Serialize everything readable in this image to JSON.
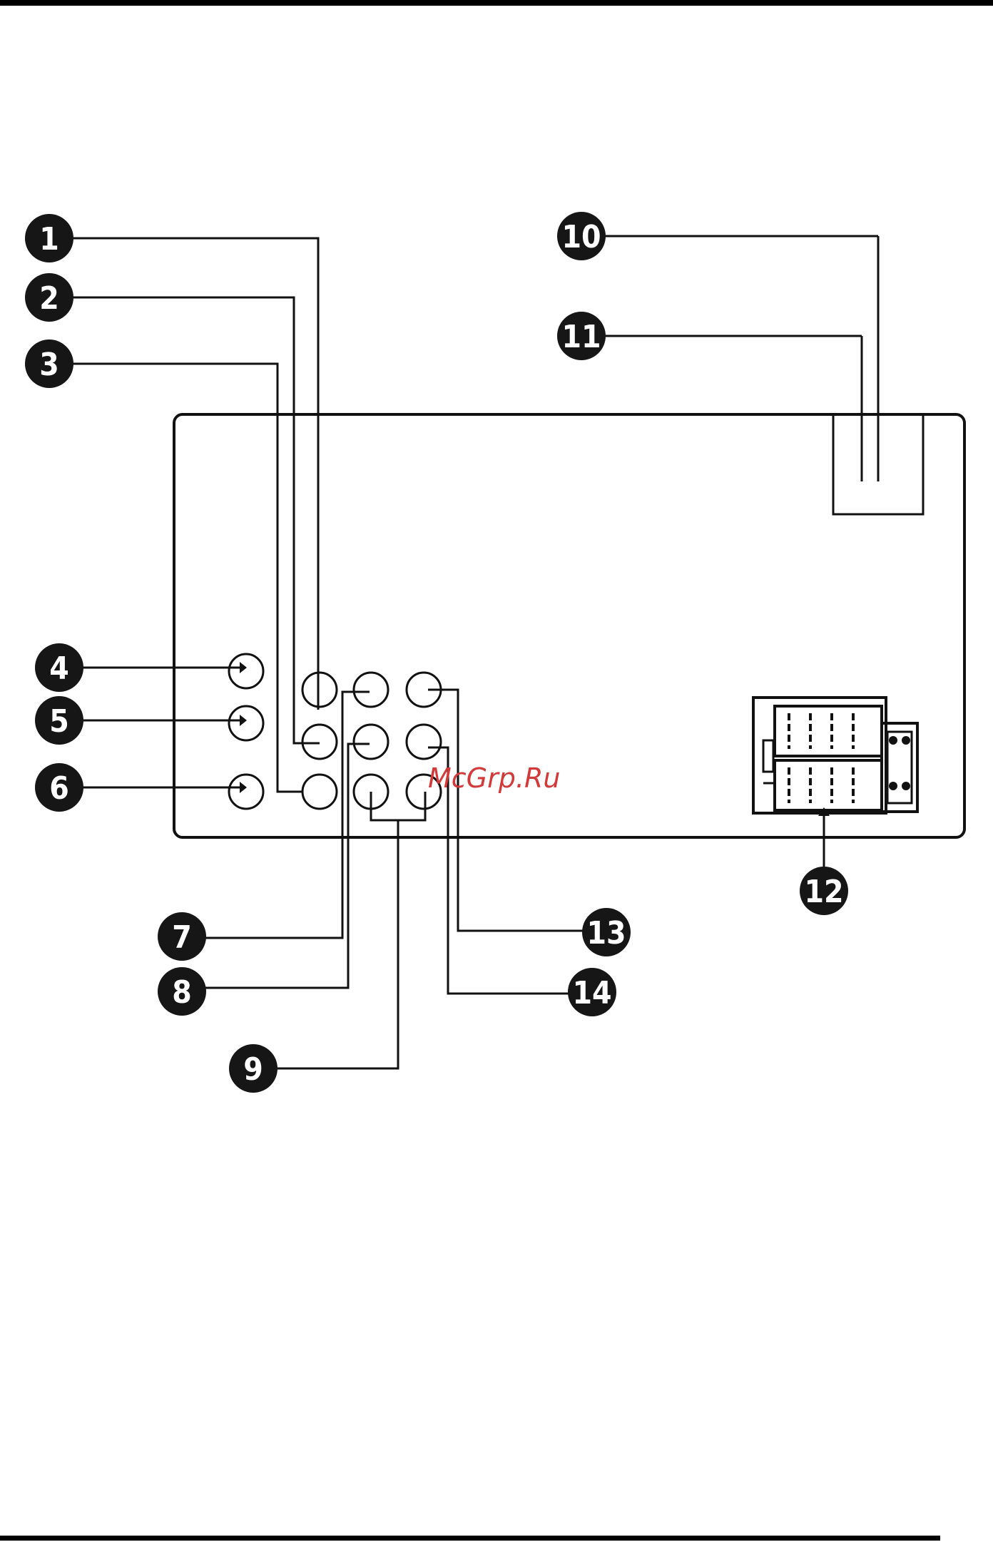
{
  "callouts": [
    "1",
    "2",
    "3",
    "4",
    "5",
    "6",
    "7",
    "8",
    "9",
    "10",
    "11",
    "12",
    "13",
    "14"
  ],
  "watermark": "McGrp.Ru",
  "colors": {
    "ink": "#111111",
    "badge": "#161616",
    "watermark": "#d23a3a",
    "paper": "#ffffff"
  }
}
